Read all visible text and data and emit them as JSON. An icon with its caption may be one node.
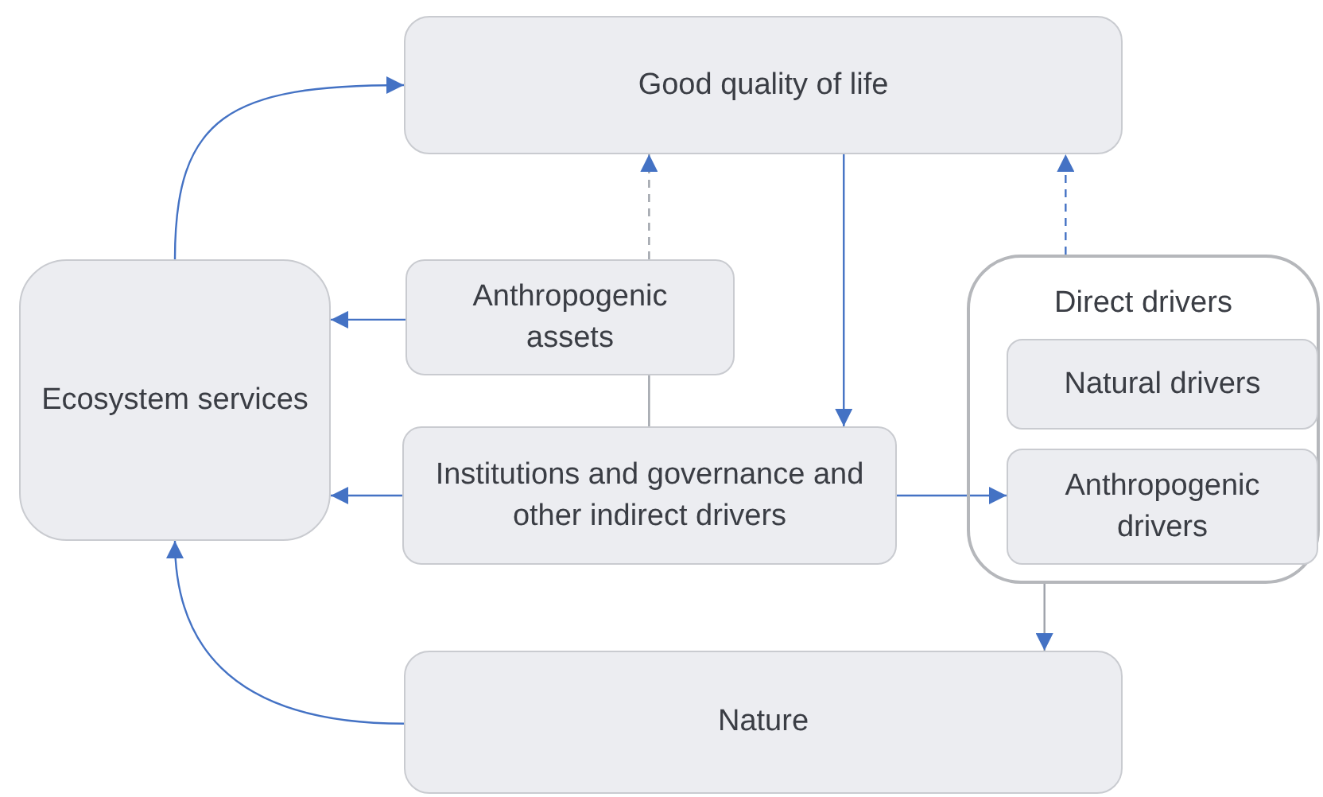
{
  "diagram": {
    "nodes": [
      {
        "text": [
          "Good quality of life"
        ]
      },
      {
        "text": [
          "Ecosystem services"
        ]
      },
      {
        "text": [
          "Anthropogenic assets"
        ]
      },
      {
        "text": [
          "Institutions and governance and other indirect drivers"
        ]
      },
      {
        "text": [
          "Direct drivers"
        ]
      },
      {
        "text": [
          "Natural drivers"
        ],
        "in": 4
      },
      {
        "text": [
          "Anthropogenic drivers"
        ],
        "in": 4
      },
      {
        "text": [
          "Nature"
        ]
      }
    ],
    "edges": [
      {
        "from": 1,
        "to": 0,
        "arrow": "to"
      },
      {
        "from": 2,
        "to": 1,
        "arrow": "to"
      },
      {
        "from": 2,
        "to": 0,
        "arrow": "to",
        "style": "dashed",
        "color": "#9ea2aa"
      },
      {
        "from": 2,
        "to": 3,
        "arrow": "none",
        "color": "#9ea2aa"
      },
      {
        "from": 0,
        "to": 3,
        "arrow": "to"
      },
      {
        "from": 3,
        "to": 1,
        "arrow": "to"
      },
      {
        "from": 3,
        "to": 6,
        "arrow": "to"
      },
      {
        "from": 4,
        "to": 0,
        "arrow": "to",
        "style": "dashed"
      },
      {
        "from": 4,
        "to": 7,
        "arrow": "to",
        "color": "#9ea2aa"
      },
      {
        "from": 7,
        "to": 1,
        "arrow": "to"
      }
    ]
  }
}
